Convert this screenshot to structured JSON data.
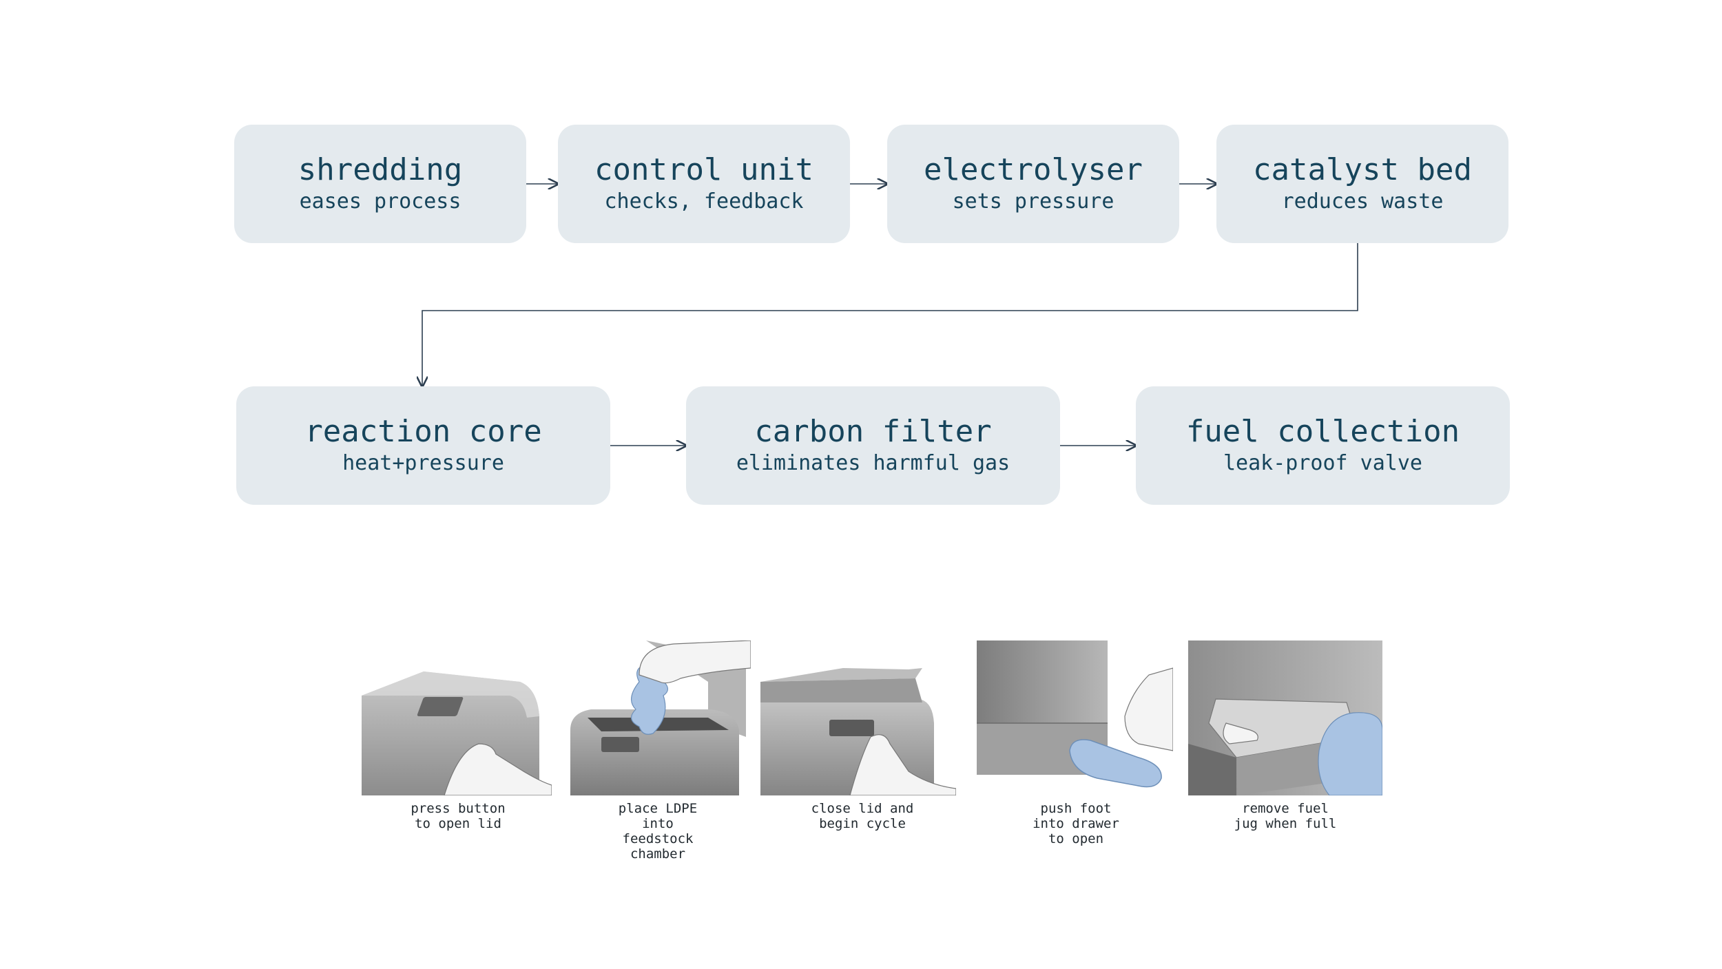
{
  "process_flow": {
    "steps": [
      {
        "title": "shredding",
        "subtitle": "eases process"
      },
      {
        "title": "control unit",
        "subtitle": "checks, feedback"
      },
      {
        "title": "electrolyser",
        "subtitle": "sets pressure"
      },
      {
        "title": "catalyst bed",
        "subtitle": "reduces waste"
      },
      {
        "title": "reaction core",
        "subtitle": "heat+pressure"
      },
      {
        "title": "carbon filter",
        "subtitle": "eliminates harmful gas"
      },
      {
        "title": "fuel collection",
        "subtitle": "leak-proof valve"
      }
    ]
  },
  "usage_steps": {
    "captions": [
      "press button\nto open lid",
      "place LDPE\ninto\nfeedstock\nchamber",
      "close lid and\nbegin cycle",
      "push foot\ninto drawer\nto open",
      "remove fuel\njug when full"
    ]
  },
  "colors": {
    "box_fill": "#e4eaee",
    "text": "#16445b",
    "connector": "#2c3e50",
    "accent_blue": "#a9c3e3"
  }
}
